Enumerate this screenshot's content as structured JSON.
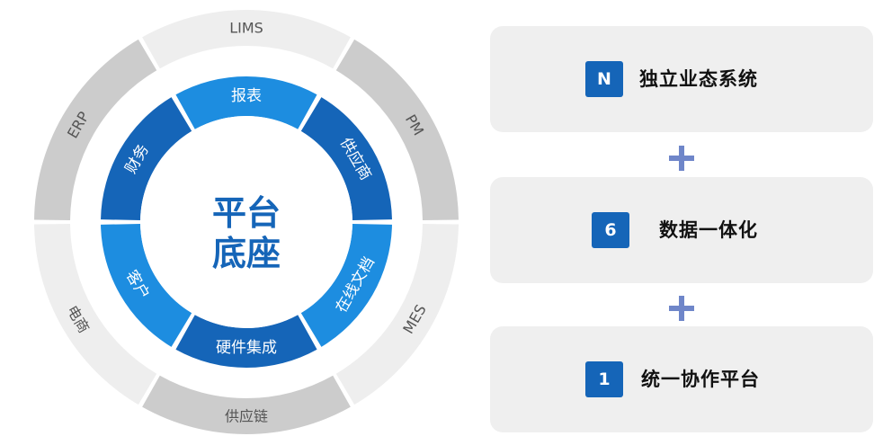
{
  "center": {
    "line1": "平台",
    "line2": "底座"
  },
  "inner_ring": [
    "报表",
    "供应商",
    "在线文档",
    "硬件集成",
    "客户",
    "财务"
  ],
  "outer_ring": [
    "LIMS",
    "PM",
    "MES",
    "供应链",
    "电商",
    "ERP"
  ],
  "cards": [
    {
      "badge": "N",
      "label": "独立业态系统"
    },
    {
      "badge": "6",
      "label": "数据一体化"
    },
    {
      "badge": "1",
      "label": "统一协作平台"
    }
  ],
  "colors": {
    "center_text": "#1565b8",
    "inner_dark": "#1565b8",
    "inner_light": "#1d8de0",
    "outer_light": "#eeeeee",
    "outer_dark": "#cccccc",
    "outer_text": "#555555",
    "badge": "#1565b8",
    "plus": "#6f86c9",
    "card_bg": "#efefef"
  },
  "icons": [
    "plus-icon"
  ]
}
